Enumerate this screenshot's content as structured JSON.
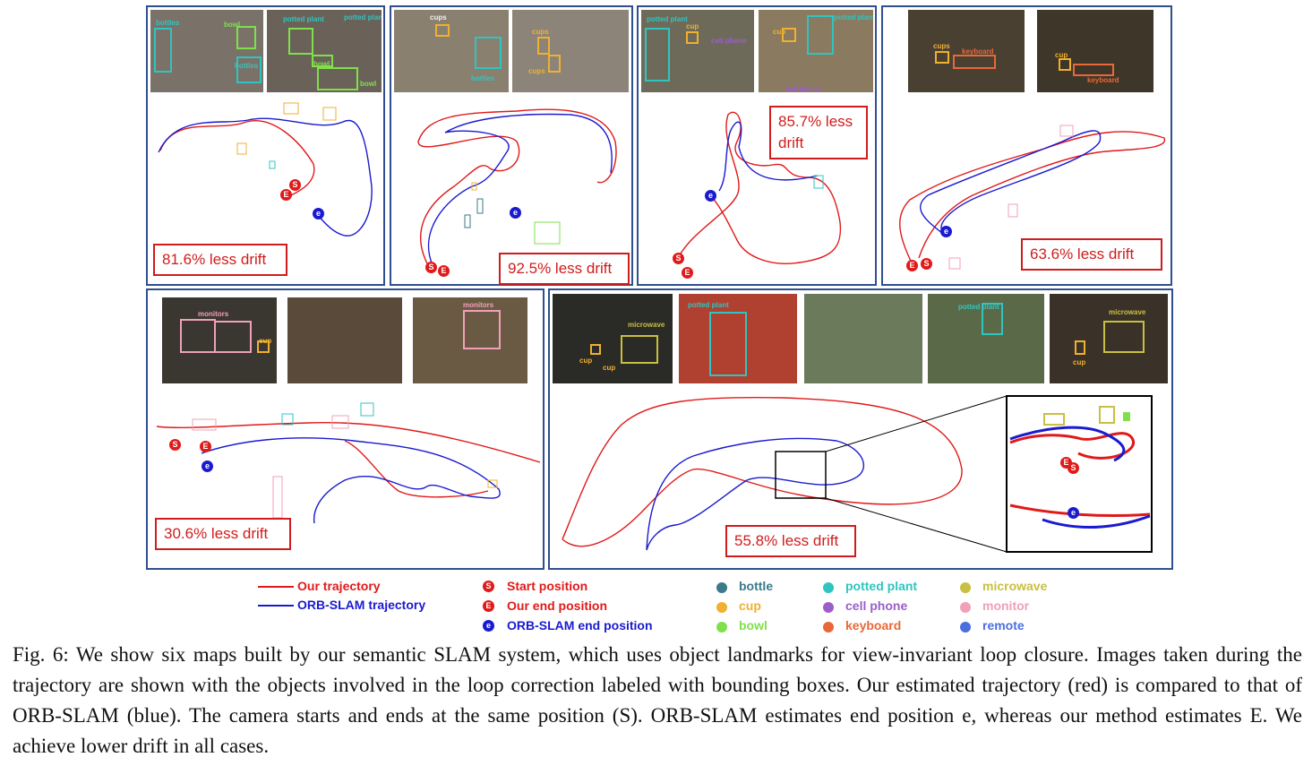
{
  "panels": [
    {
      "drift_label": "81.6% less drift",
      "photo_labels": [
        "bottles",
        "bowl",
        "potted plant",
        "bowl",
        "bowl",
        "potted plant",
        "bottles"
      ]
    },
    {
      "drift_label": "92.5% less drift",
      "photo_labels": [
        "cups",
        "bottles",
        "cups",
        "cups"
      ]
    },
    {
      "drift_label": "85.7% less drift",
      "photo_labels": [
        "potted plant",
        "cup",
        "cell phone",
        "cup",
        "potted plant",
        "cell phone"
      ]
    },
    {
      "drift_label": "63.6% less drift",
      "photo_labels": [
        "cups",
        "keyboard",
        "cup",
        "keyboard"
      ]
    },
    {
      "drift_label": "30.6% less drift",
      "photo_labels": [
        "monitors",
        "cup",
        "monitors"
      ]
    },
    {
      "drift_label": "55.8% less drift",
      "photo_labels": [
        "microwave",
        "cup",
        "cup",
        "potted plant",
        "potted plant",
        "microwave",
        "cup"
      ]
    }
  ],
  "markers": {
    "start": "S",
    "our_end": "E",
    "orb_end": "e"
  },
  "legend": {
    "our_trajectory": "Our trajectory",
    "orb_trajectory": "ORB-SLAM trajectory",
    "start_position": "Start position",
    "our_end_position": "Our end position",
    "orb_end_position": "ORB-SLAM end position",
    "colors": {
      "our": "#e01a1a",
      "orb": "#1a1ad0"
    },
    "classes": [
      {
        "name": "bottle",
        "color": "#3a7a8a"
      },
      {
        "name": "cup",
        "color": "#f0b030"
      },
      {
        "name": "bowl",
        "color": "#7fe04a"
      },
      {
        "name": "potted plant",
        "color": "#30c4c0"
      },
      {
        "name": "cell phone",
        "color": "#9a5fc8"
      },
      {
        "name": "keyboard",
        "color": "#e8683a"
      },
      {
        "name": "microwave",
        "color": "#c8c040"
      },
      {
        "name": "monitor",
        "color": "#f0a0b8"
      },
      {
        "name": "remote",
        "color": "#4a6ee0"
      }
    ]
  },
  "caption": "Fig. 6: We show six maps built by our semantic SLAM system, which uses object landmarks for view-invariant loop closure. Images taken during the trajectory are shown with the objects involved in the loop correction labeled with bounding boxes. Our estimated trajectory (red) is compared to that of ORB-SLAM (blue). The camera starts and ends at the same position (S). ORB-SLAM estimates end position e, whereas our method estimates E. We achieve lower drift in all cases."
}
